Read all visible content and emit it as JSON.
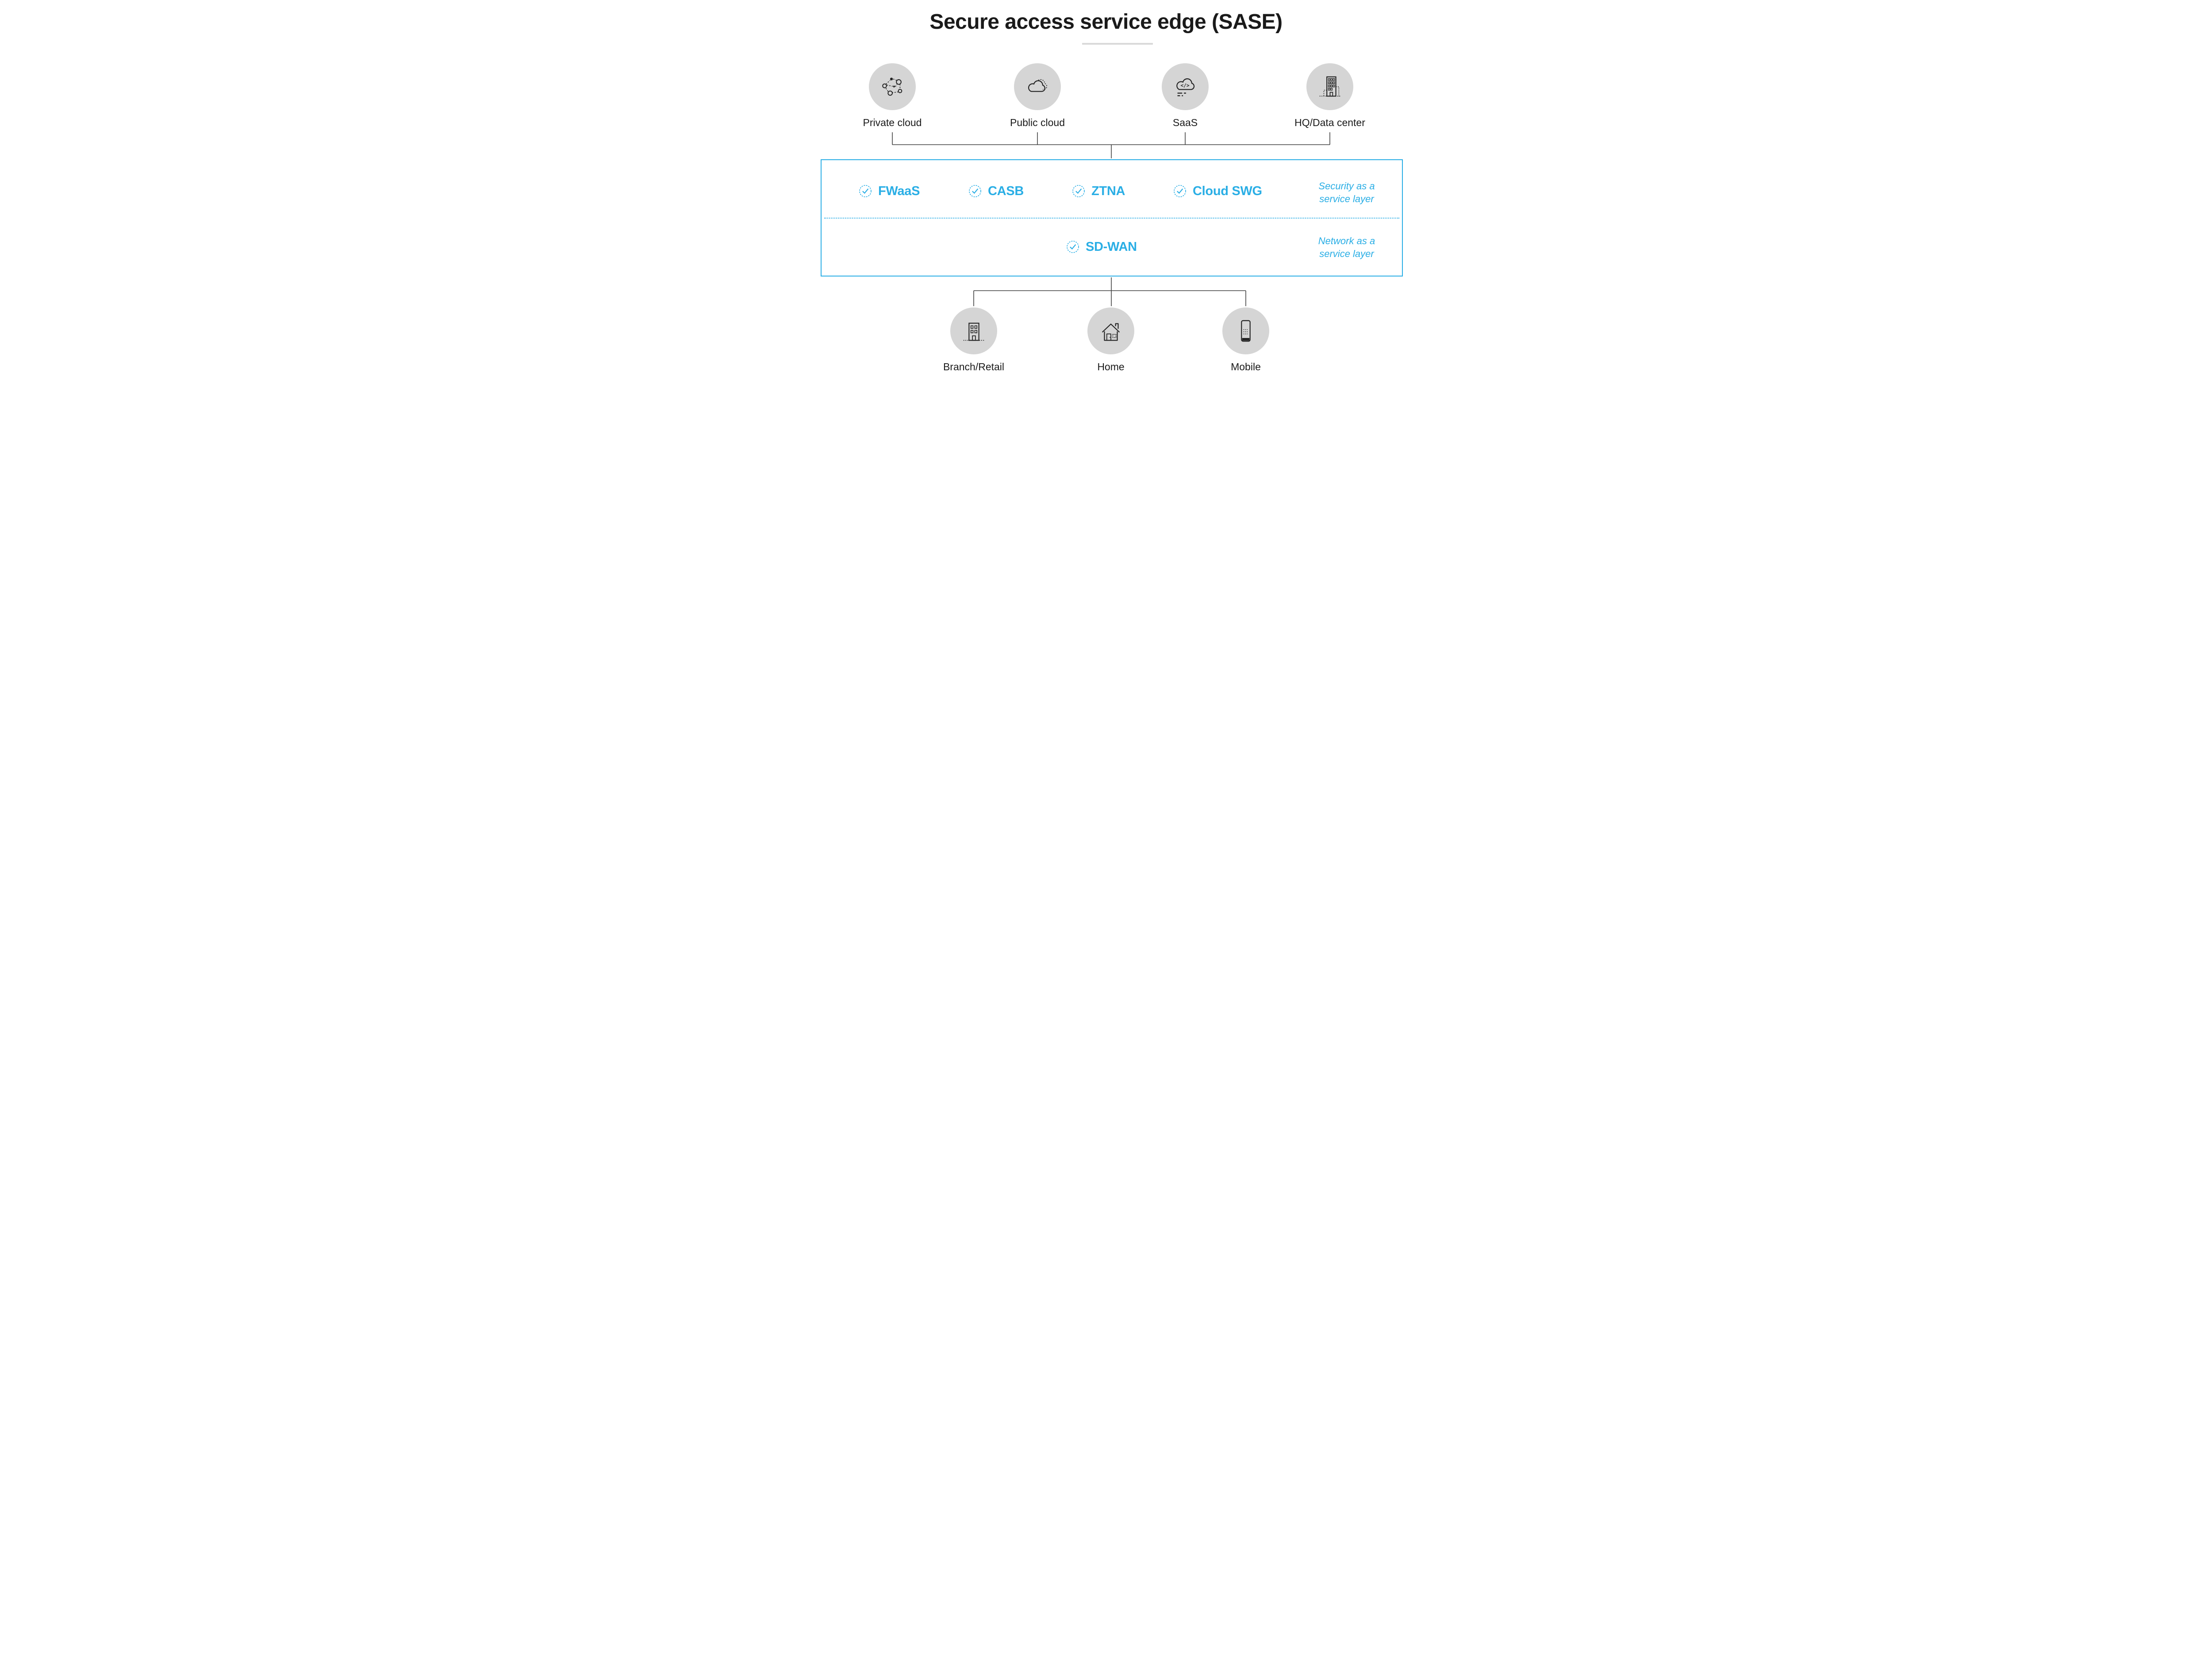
{
  "title": "Secure access service edge (SASE)",
  "colors": {
    "accent": "#2AAEE5",
    "node_circle": "#D5D5D5",
    "text": "#1A1A1A",
    "connector": "#404040",
    "divider": "#D9D9D9"
  },
  "top_nodes": [
    {
      "label": "Private cloud",
      "icon": "private-cloud-network-icon"
    },
    {
      "label": "Public cloud",
      "icon": "public-cloud-icon"
    },
    {
      "label": "SaaS",
      "icon": "saas-cloud-code-icon"
    },
    {
      "label": "HQ/Data center",
      "icon": "hq-data-center-building-icon"
    }
  ],
  "sase_box": {
    "security_services": [
      {
        "label": "FWaaS"
      },
      {
        "label": "CASB"
      },
      {
        "label": "ZTNA"
      },
      {
        "label": "Cloud SWG"
      }
    ],
    "security_layer": {
      "line1": "Security as a",
      "line2": "service layer"
    },
    "network_services": [
      {
        "label": "SD-WAN"
      }
    ],
    "network_layer": {
      "line1": "Network as a",
      "line2": "service layer"
    }
  },
  "bottom_nodes": [
    {
      "label": "Branch/Retail",
      "icon": "branch-retail-building-icon"
    },
    {
      "label": "Home",
      "icon": "home-icon"
    },
    {
      "label": "Mobile",
      "icon": "mobile-phone-icon"
    }
  ]
}
